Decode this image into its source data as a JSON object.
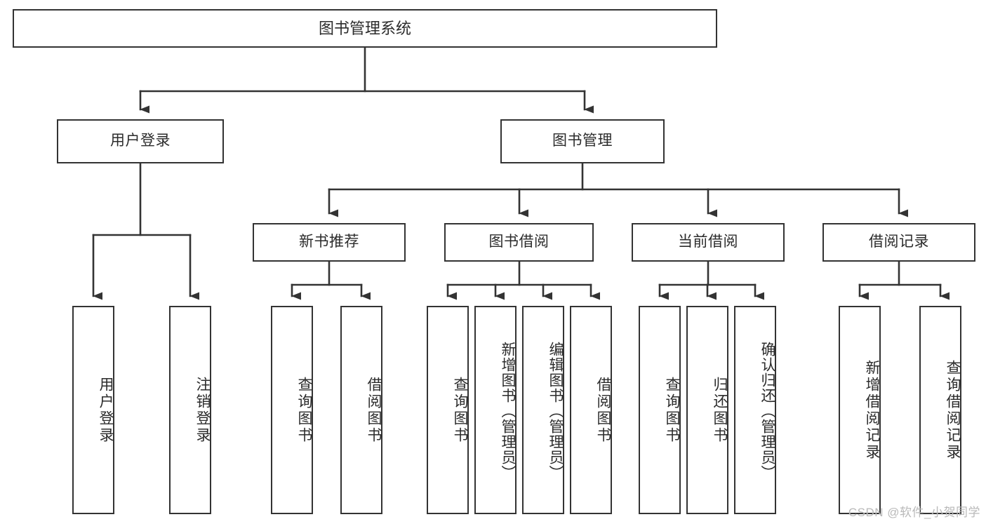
{
  "diagram": {
    "title": "图书管理系统",
    "type": "tree-hierarchy-diagram",
    "colors": {
      "box_border": "#333333",
      "box_fill": "#ffffff",
      "connector": "#333333",
      "text": "#2b2b2b",
      "watermark": "#b9b9b9"
    },
    "root": {
      "label": "图书管理系统"
    },
    "level1": [
      {
        "label": "用户登录"
      },
      {
        "label": "图书管理"
      }
    ],
    "level2": [
      {
        "label": "新书推荐"
      },
      {
        "label": "图书借阅"
      },
      {
        "label": "当前借阅"
      },
      {
        "label": "借阅记录"
      }
    ],
    "leaves": {
      "user_login": [
        {
          "label": "用户登录"
        },
        {
          "label": "注销登录"
        }
      ],
      "new_book_recommend": [
        {
          "label": "查询图书"
        },
        {
          "label": "借阅图书"
        }
      ],
      "book_borrow": [
        {
          "label": "查询图书"
        },
        {
          "label": "新增图书（管理员）"
        },
        {
          "label": "编辑图书（管理员）"
        },
        {
          "label": "借阅图书"
        }
      ],
      "current_borrow": [
        {
          "label": "查询图书"
        },
        {
          "label": "归还图书"
        },
        {
          "label": "确认归还（管理员）"
        }
      ],
      "borrow_record": [
        {
          "label": "新增借阅记录"
        },
        {
          "label": "查询借阅记录"
        }
      ]
    }
  },
  "watermark": {
    "text": "CSDN @软件_小贺同学"
  }
}
